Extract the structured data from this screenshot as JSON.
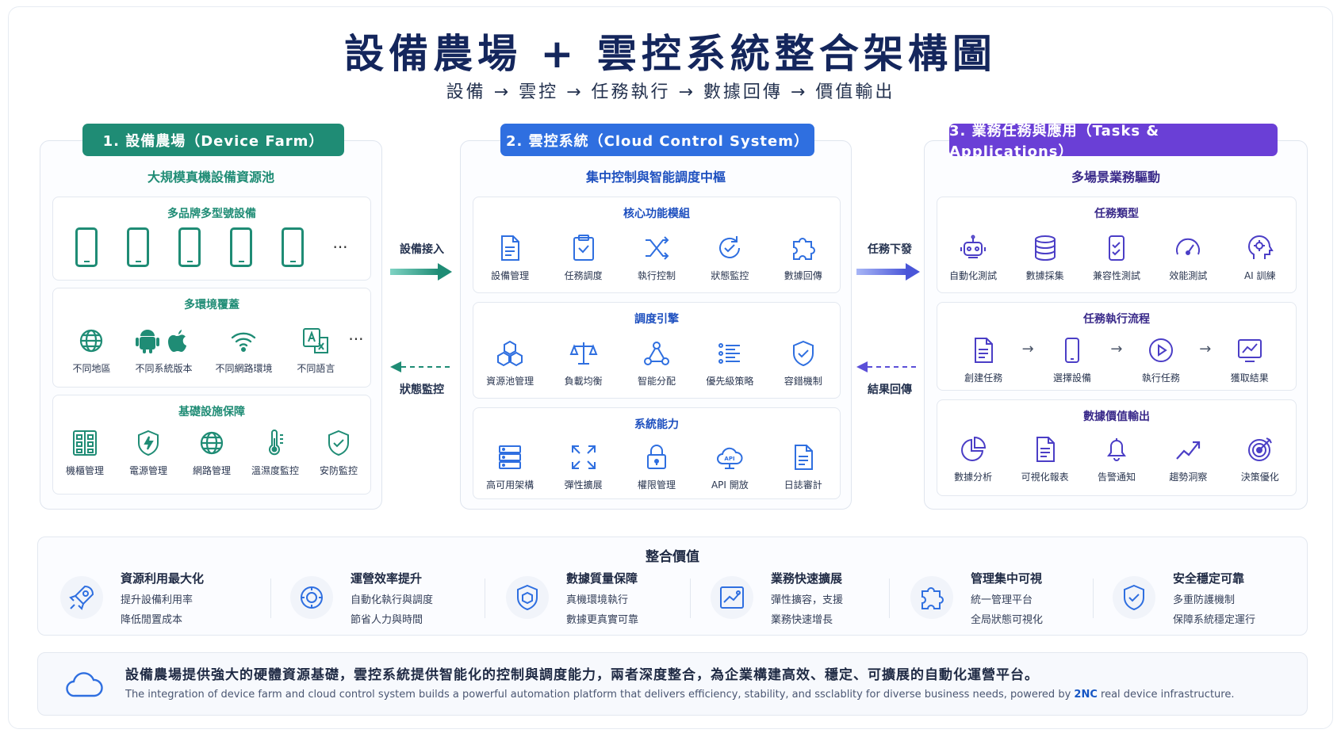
{
  "title": "設備農場 + 雲控系統整合架構圖",
  "subtitle": "設備 → 雲控 → 任務執行 → 數據回傳 → 價值輸出",
  "colors": {
    "green": "#1f8c75",
    "blue": "#2f6fe0",
    "purple": "#6a3fd6",
    "navy": "#14265c"
  },
  "panel1": {
    "tag": "1. 設備農場（Device Farm）",
    "subtitle": "大規模真機設備資源池",
    "box1": {
      "title": "多品牌多型號設備",
      "more": "···"
    },
    "box2": {
      "title": "多環境覆蓋",
      "items": [
        "不同地區",
        "不同系統版本",
        "不同網路環境",
        "不同語言"
      ],
      "more": "···"
    },
    "box3": {
      "title": "基礎設施保障",
      "items": [
        "機櫃管理",
        "電源管理",
        "網路管理",
        "溫濕度監控",
        "安防監控"
      ]
    }
  },
  "arrows": {
    "left_top": "設備接入",
    "left_bottom": "狀態監控",
    "right_top": "任務下發",
    "right_bottom": "結果回傳"
  },
  "panel2": {
    "tag": "2. 雲控系統（Cloud Control System）",
    "subtitle": "集中控制與智能調度中樞",
    "box1": {
      "title": "核心功能模組",
      "items": [
        "設備管理",
        "任務調度",
        "執行控制",
        "狀態監控",
        "數據回傳"
      ]
    },
    "box2": {
      "title": "調度引擎",
      "items": [
        "資源池管理",
        "負載均衡",
        "智能分配",
        "優先級策略",
        "容錯機制"
      ]
    },
    "box3": {
      "title": "系統能力",
      "items": [
        "高可用架構",
        "彈性擴展",
        "權限管理",
        "API 開放",
        "日誌審計"
      ]
    }
  },
  "panel3": {
    "tag": "3. 業務任務與應用（Tasks & Applications）",
    "subtitle": "多場景業務驅動",
    "box1": {
      "title": "任務類型",
      "items": [
        "自動化測試",
        "數據採集",
        "兼容性測試",
        "效能測試",
        "AI 訓練"
      ]
    },
    "box2": {
      "title": "任務執行流程",
      "items": [
        "創建任務",
        "選擇設備",
        "執行任務",
        "獲取結果"
      ],
      "arrow": "→"
    },
    "box3": {
      "title": "數據價值輸出",
      "items": [
        "數據分析",
        "可視化報表",
        "告警通知",
        "趨勢洞察",
        "決策優化"
      ]
    }
  },
  "values": {
    "title": "整合價值",
    "items": [
      {
        "h": "資源利用最大化",
        "l1": "提升設備利用率",
        "l2": "降低閒置成本"
      },
      {
        "h": "運營效率提升",
        "l1": "自動化執行與調度",
        "l2": "節省人力與時間"
      },
      {
        "h": "數據質量保障",
        "l1": "真機環境執行",
        "l2": "數據更真實可靠"
      },
      {
        "h": "業務快速擴展",
        "l1": "彈性擴容，支援",
        "l2": "業務快速增長"
      },
      {
        "h": "管理集中可視",
        "l1": "統一管理平台",
        "l2": "全局狀態可視化"
      },
      {
        "h": "安全穩定可靠",
        "l1": "多重防護機制",
        "l2": "保障系統穩定運行"
      }
    ]
  },
  "bottom": {
    "zh": "設備農場提供強大的硬體資源基礎，雲控系統提供智能化的控制與調度能力，兩者深度整合，為企業構建高效、穩定、可擴展的自動化運營平台。",
    "en_pre": "The integration of device farm and cloud control system builds a powerful automation platform that delivers efficiency, stability, and ssclablity for diverse business needs, powered by ",
    "en_brand": "2NC",
    "en_post": " real device infrastructure."
  }
}
